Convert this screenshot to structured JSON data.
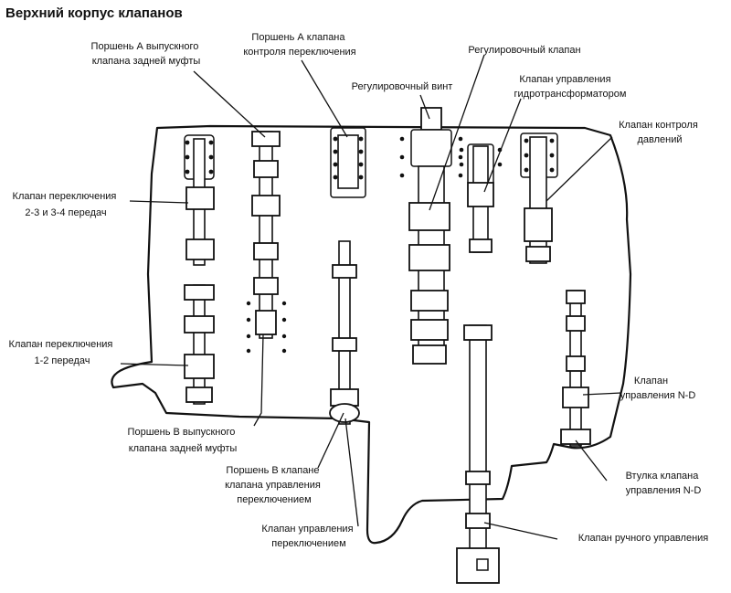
{
  "title": "Верхний корпус клапанов",
  "labels": {
    "rear_clutch_piston_a": [
      "Поршень А выпускного",
      "клапана задней муфты"
    ],
    "shift_control_piston_a": [
      "Поршень А клапана",
      "контроля переключения"
    ],
    "regulating_screw": [
      "Регулировочный винт"
    ],
    "regulating_valve": [
      "Регулировочный клапан"
    ],
    "torque_converter_valve": [
      "Клапан управления",
      "гидротрансформатором"
    ],
    "pressure_control_valve": [
      "Клапан контроля",
      "давлений"
    ],
    "shift_valve_23_34": [
      "Клапан переключения",
      "2-3 и 3-4 передач"
    ],
    "shift_valve_12": [
      "Клапан переключения",
      "1-2 передач"
    ],
    "rear_clutch_piston_b": [
      "Поршень В выпускного",
      "клапана задней муфты"
    ],
    "shift_control_piston_b": [
      "Поршень В клапане",
      "клапана управления",
      "переключением"
    ],
    "shift_control_valve": [
      "Клапан управления",
      "переключением"
    ],
    "nd_control_valve": [
      "Клапан",
      "управления N-D"
    ],
    "nd_valve_sleeve": [
      "Втулка клапана",
      "управления N-D"
    ],
    "manual_valve": [
      "Клапан ручного управления"
    ]
  }
}
